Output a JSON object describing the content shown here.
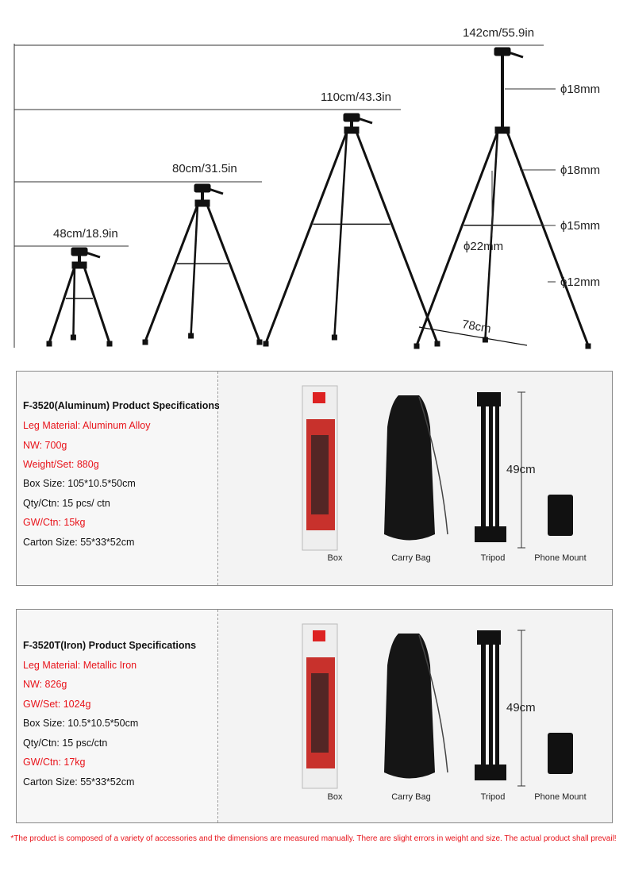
{
  "heights": [
    {
      "label": "48cm/18.9in"
    },
    {
      "label": "80cm/31.5in"
    },
    {
      "label": "110cm/43.3in"
    },
    {
      "label": "142cm/55.9in"
    }
  ],
  "diameters": [
    "ϕ18mm",
    "ϕ18mm",
    "ϕ15mm",
    "ϕ12mm",
    "ϕ22mm"
  ],
  "spread": "78cm",
  "products": [
    {
      "title": "F-3520(Aluminum) Product Specifications",
      "specs": [
        {
          "text": "Leg Material: Aluminum Alloy",
          "red": true
        },
        {
          "text": "NW: 700g",
          "red": true
        },
        {
          "text": "Weight/Set: 880g",
          "red": true
        },
        {
          "text": "Box Size: 105*10.5*50cm",
          "red": false
        },
        {
          "text": "Qty/Ctn: 15 pcs/ ctn",
          "red": false
        },
        {
          "text": "GW/Ctn: 15kg",
          "red": true
        },
        {
          "text": "Carton Size: 55*33*52cm",
          "red": false
        }
      ],
      "folded": "49cm",
      "captions": [
        "Box",
        "Carry Bag",
        "Tripod",
        "Phone Mount"
      ]
    },
    {
      "title": "F-3520T(Iron) Product Specifications",
      "specs": [
        {
          "text": "Leg Material: Metallic Iron",
          "red": true
        },
        {
          "text": "NW: 826g",
          "red": true
        },
        {
          "text": "GW/Set: 1024g",
          "red": true
        },
        {
          "text": "Box Size: 10.5*10.5*50cm",
          "red": false
        },
        {
          "text": "Qty/Ctn: 15 psc/ctn",
          "red": false
        },
        {
          "text": "GW/Ctn: 17kg",
          "red": true
        },
        {
          "text": "Carton Size: 55*33*52cm",
          "red": false
        }
      ],
      "folded": "49cm",
      "captions": [
        "Box",
        "Carry Bag",
        "Tripod",
        "Phone Mount"
      ]
    }
  ],
  "disclaimer": "*The product is composed of a variety of accessories and the dimensions are measured manually. There are slight errors in weight and size. The actual product shall prevail!",
  "colors": {
    "red": "#e8141b",
    "dark": "#111111"
  }
}
